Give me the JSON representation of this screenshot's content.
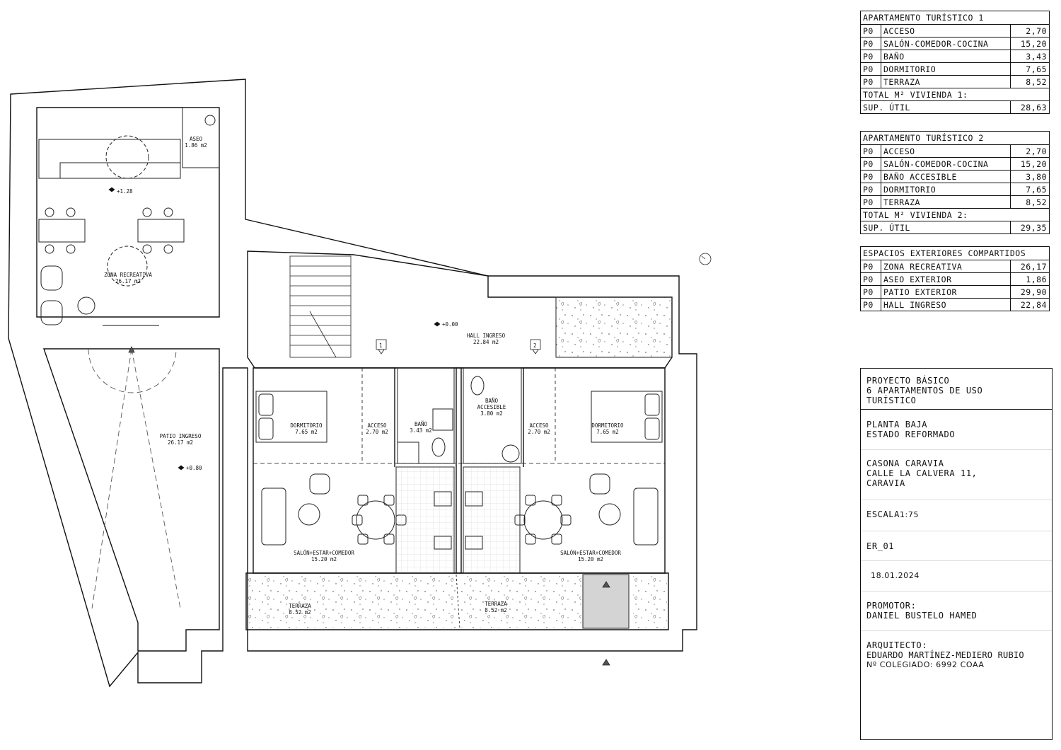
{
  "plan": {
    "rooms": [
      {
        "name": "ASEO",
        "area": "1.86 m2"
      },
      {
        "name": "ZONA RECREATIVA",
        "area": "26.17 m2"
      },
      {
        "name": "PATIO INGRESO",
        "area": "26.17 m2"
      },
      {
        "name": "HALL INGRESO",
        "area": "22.84 m2"
      },
      {
        "name": "DORMITORIO",
        "area": "7.65 m2"
      },
      {
        "name": "ACCESO",
        "area": "2.70 m2"
      },
      {
        "name": "BAÑO",
        "area": "3.43 m2"
      },
      {
        "name_lines": [
          "BAÑO",
          "ACCESIBLE"
        ],
        "area": "3.80 m2"
      },
      {
        "name": "ACCESO",
        "area": "2.70 m2"
      },
      {
        "name": "DORMITORIO",
        "area": "7.65 m2"
      },
      {
        "name": "SALÓN+ESTAR+COMEDOR",
        "area": "15.20 m2"
      },
      {
        "name": "SALÓN+ESTAR+COMEDOR",
        "area": "15.20 m2"
      },
      {
        "name": "TERRAZA",
        "area": "8.52 m2"
      },
      {
        "name": "TERRAZA",
        "area": "8.52 m2"
      }
    ],
    "levels": [
      "+1.28",
      "+0.00",
      "+0.80"
    ],
    "door_tags": [
      "1",
      "2"
    ]
  },
  "tables": [
    {
      "title": "APARTAMENTO TURÍSTICO 1",
      "rows": [
        {
          "floor": "P0",
          "name": "ACCESO",
          "value": "2,70"
        },
        {
          "floor": "P0",
          "name": "SALÓN-COMEDOR-COCINA",
          "value": "15,20"
        },
        {
          "floor": "P0",
          "name": "BAÑO",
          "value": "3,43"
        },
        {
          "floor": "P0",
          "name": "DORMITORIO",
          "value": "7,65"
        },
        {
          "floor": "P0",
          "name": "TERRAZA",
          "value": "8,52"
        }
      ],
      "total_label": "TOTAL M² VIVIENDA 1:",
      "sup_label": "SUP. ÚTIL",
      "sup_value": "28,63"
    },
    {
      "title": "APARTAMENTO TURÍSTICO 2",
      "rows": [
        {
          "floor": "P0",
          "name": "ACCESO",
          "value": "2,70"
        },
        {
          "floor": "P0",
          "name": "SALÓN-COMEDOR-COCINA",
          "value": "15,20"
        },
        {
          "floor": "P0",
          "name": "BAÑO ACCESIBLE",
          "value": "3,80"
        },
        {
          "floor": "P0",
          "name": "DORMITORIO",
          "value": "7,65"
        },
        {
          "floor": "P0",
          "name": "TERRAZA",
          "value": "8,52"
        }
      ],
      "total_label": "TOTAL M² VIVIENDA 2:",
      "sup_label": "SUP. ÚTIL",
      "sup_value": "29,35"
    },
    {
      "title": "ESPACIOS EXTERIORES COMPARTIDOS",
      "rows": [
        {
          "floor": "P0",
          "name": "ZONA RECREATIVA",
          "value": "26,17"
        },
        {
          "floor": "P0",
          "name": "ASEO EXTERIOR",
          "value": "1,86"
        },
        {
          "floor": "P0",
          "name": "PATIO EXTERIOR",
          "value": "29,90"
        },
        {
          "floor": "P0",
          "name": "HALL INGRESO",
          "value": "22,84"
        }
      ]
    }
  ],
  "title_block": {
    "project": [
      "PROYECTO BÁSICO",
      "6 APARTAMENTOS DE USO",
      "TURÍSTICO"
    ],
    "drawing": [
      "PLANTA BAJA",
      "ESTADO REFORMADO"
    ],
    "location": [
      "CASONA CARAVIA",
      "CALLE LA CALVERA 11,",
      "CARAVIA"
    ],
    "scale_label": "ESCALA",
    "scale_value": "1:75",
    "sheet": "ER_01",
    "date": "18.01.2024",
    "promoter_label": "PROMOTOR:",
    "promoter": "DANIEL BUSTELO HAMED",
    "architect_label": "ARQUITECTO:",
    "architect": "EDUARDO MARTÍNEZ-MEDIERO RUBIO",
    "colegiado": "Nº COLEGIADO: 6992 COAA"
  }
}
